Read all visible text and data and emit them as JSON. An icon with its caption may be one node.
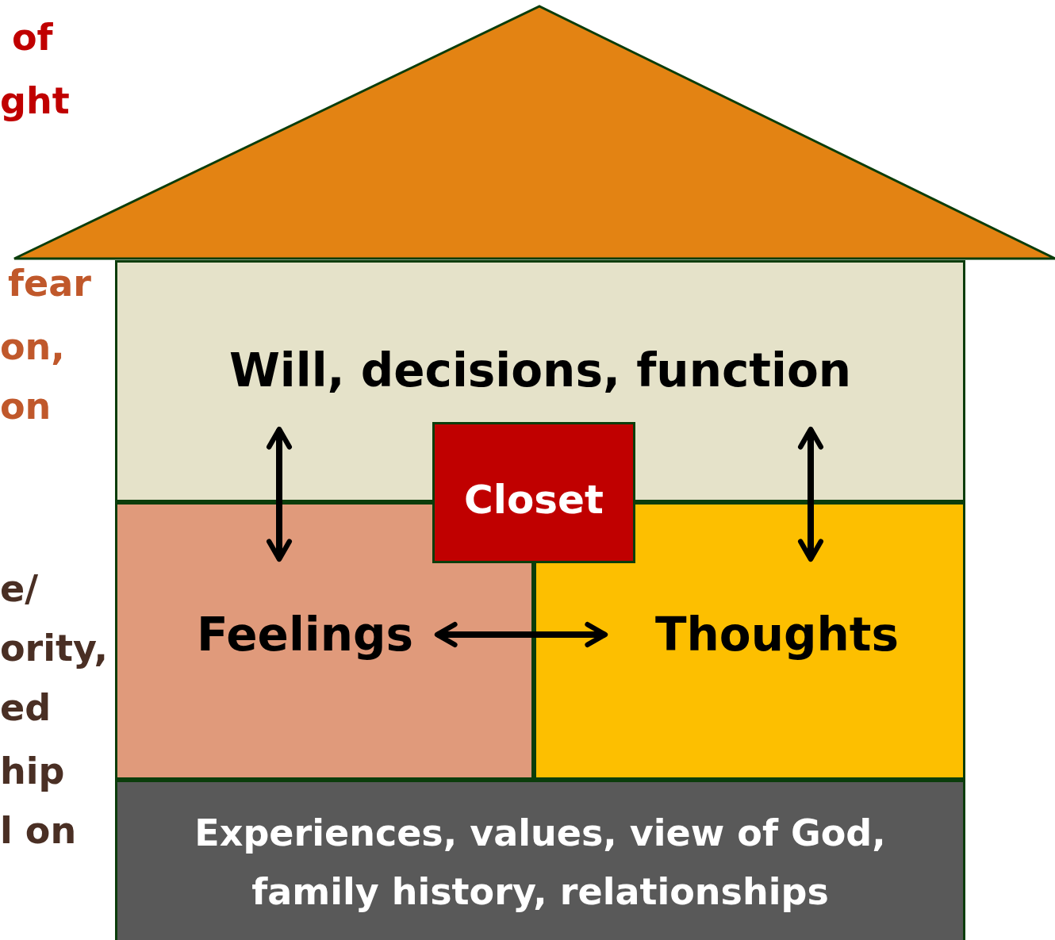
{
  "diagram": {
    "nodes": [
      {
        "text": [
          "Will, decisions, function"
        ]
      },
      {
        "text": [
          "Closet"
        ]
      },
      {
        "text": [
          "Feelings"
        ]
      },
      {
        "text": [
          "Thoughts"
        ]
      },
      {
        "text": [
          "Experiences, values, view of God, family history, relationships"
        ]
      }
    ],
    "edges": [
      {
        "from": 0,
        "to": 2,
        "arrow": "both"
      },
      {
        "from": 2,
        "to": 3,
        "arrow": "both"
      },
      {
        "from": 0,
        "to": 3,
        "arrow": "both"
      }
    ],
    "labels": [
      "of",
      "ght",
      "fear",
      "on,",
      "on",
      "e/",
      "ority,",
      "ed",
      "hip",
      "l on"
    ]
  }
}
